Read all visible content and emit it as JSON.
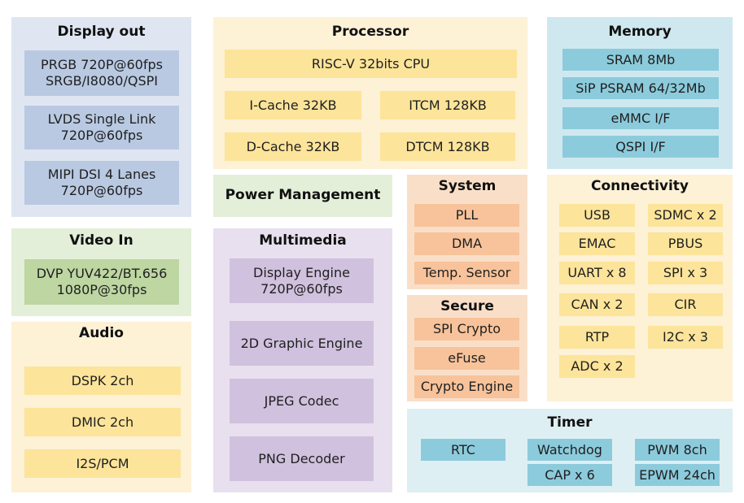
{
  "display_out": {
    "title": "Display out",
    "items": [
      {
        "line1": "PRGB 720P@60fps",
        "line2": "SRGB/I8080/QSPI"
      },
      {
        "line1": "LVDS Single Link",
        "line2": "720P@60fps"
      },
      {
        "line1": "MIPI DSI 4 Lanes",
        "line2": "720P@60fps"
      }
    ]
  },
  "video_in": {
    "title": "Video In",
    "items": [
      {
        "line1": "DVP YUV422/BT.656",
        "line2": "1080P@30fps"
      }
    ]
  },
  "audio": {
    "title": "Audio",
    "items": [
      "DSPK 2ch",
      "DMIC 2ch",
      "I2S/PCM"
    ]
  },
  "processor": {
    "title": "Processor",
    "cpu": "RISC-V 32bits CPU",
    "items": [
      "I-Cache 32KB",
      "ITCM 128KB",
      "D-Cache 32KB",
      "DTCM 128KB"
    ]
  },
  "power": {
    "title": "Power Management"
  },
  "multimedia": {
    "title": "Multimedia",
    "items": [
      {
        "line1": "Display Engine",
        "line2": "720P@60fps"
      },
      {
        "line1": "2D Graphic Engine",
        "line2": ""
      },
      {
        "line1": "JPEG Codec",
        "line2": ""
      },
      {
        "line1": "PNG Decoder",
        "line2": ""
      }
    ]
  },
  "system": {
    "title": "System",
    "items": [
      "PLL",
      "DMA",
      "Temp. Sensor"
    ]
  },
  "secure": {
    "title": "Secure",
    "items": [
      "SPI Crypto",
      "eFuse",
      "Crypto Engine"
    ]
  },
  "memory": {
    "title": "Memory",
    "items": [
      "SRAM 8Mb",
      "SiP PSRAM 64/32Mb",
      "eMMC I/F",
      "QSPI  I/F"
    ]
  },
  "connectivity": {
    "title": "Connectivity",
    "items": [
      "USB",
      "SDMC x 2",
      "EMAC",
      "PBUS",
      "UART x 8",
      "SPI x 3",
      "CAN x 2",
      "CIR",
      "RTP",
      "I2C x 3",
      "ADC x 2"
    ]
  },
  "timer": {
    "title": "Timer",
    "items": [
      "RTC",
      "Watchdog",
      "PWM 8ch",
      "CAP x 6",
      "EPWM 24ch"
    ]
  }
}
